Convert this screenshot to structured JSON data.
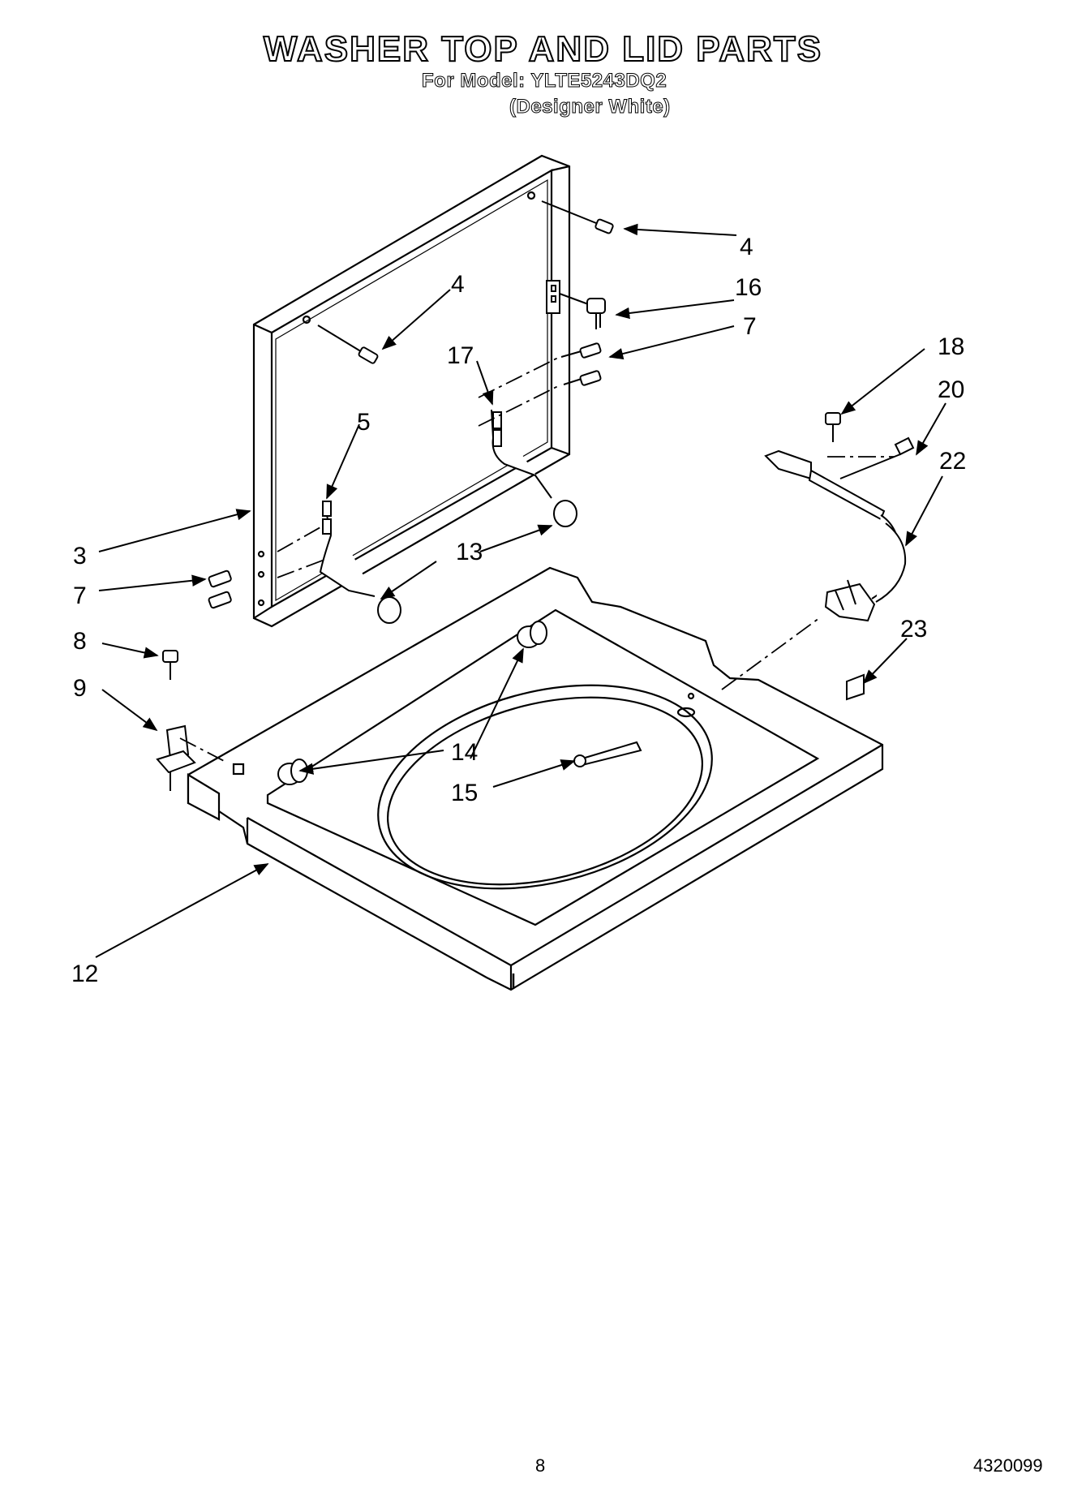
{
  "header": {
    "title": "WASHER TOP AND LID PARTS",
    "model_line": "For Model: YLTE5243DQ2",
    "color_line": "(Designer White)"
  },
  "callouts": {
    "c4a": "4",
    "c4b": "4",
    "c16": "16",
    "c7a": "7",
    "c17": "17",
    "c18": "18",
    "c20": "20",
    "c22": "22",
    "c5": "5",
    "c3": "3",
    "c7b": "7",
    "c13": "13",
    "c8": "8",
    "c9": "9",
    "c23": "23",
    "c14": "14",
    "c15": "15",
    "c12": "12"
  },
  "footer": {
    "page_number": "8",
    "document_number": "4320099"
  }
}
